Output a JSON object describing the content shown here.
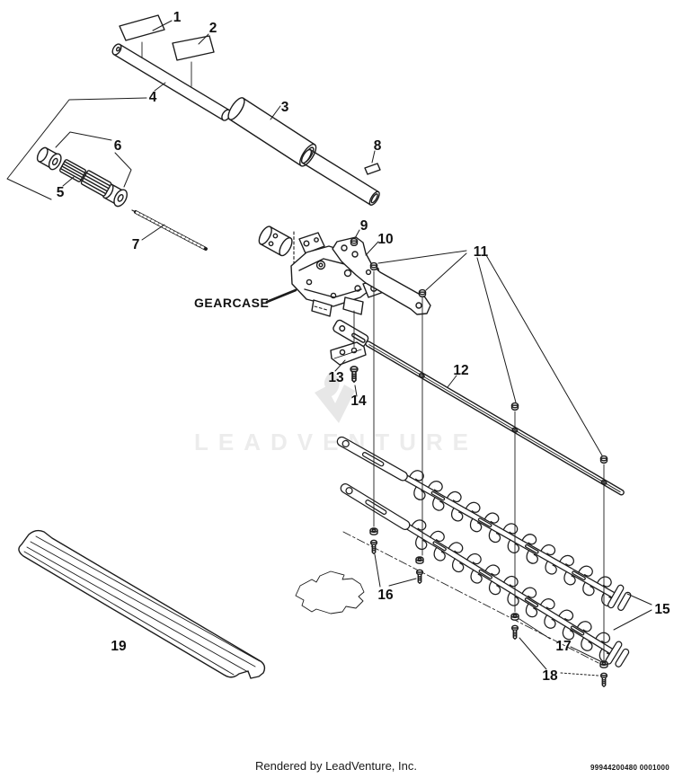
{
  "colors": {
    "line": "#1c1c1c",
    "watermark": "#ebebeb",
    "background": "#ffffff"
  },
  "watermark": {
    "text": "LEADVENTURE"
  },
  "diagram": {
    "labels": {
      "gearcase": "GEARCASE"
    },
    "callouts": {
      "c1": "1",
      "c2": "2",
      "c3": "3",
      "c4": "4",
      "c5": "5",
      "c6": "6",
      "c7": "7",
      "c8": "8",
      "c9": "9",
      "c10": "10",
      "c11": "11",
      "c12": "12",
      "c13": "13",
      "c14": "14",
      "c15": "15",
      "c16": "16",
      "c17": "17",
      "c18": "18",
      "c19": "19"
    }
  },
  "footer": {
    "rendered_by": "Rendered by LeadVenture, Inc.",
    "document_number": "99944200480 0001000"
  }
}
